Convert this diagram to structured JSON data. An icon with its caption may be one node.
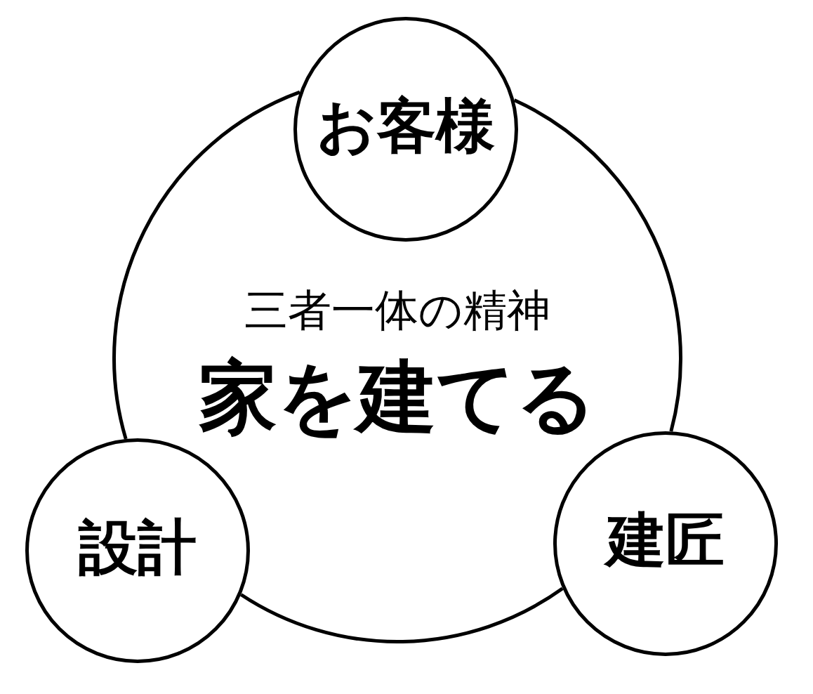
{
  "diagram": {
    "nodes": [
      {
        "text": [
          "お客様"
        ]
      },
      {
        "text": [
          "三者一体の精神",
          "家を建てる"
        ]
      },
      {
        "text": [
          "設計"
        ]
      },
      {
        "text": [
          "建匠"
        ]
      }
    ]
  }
}
